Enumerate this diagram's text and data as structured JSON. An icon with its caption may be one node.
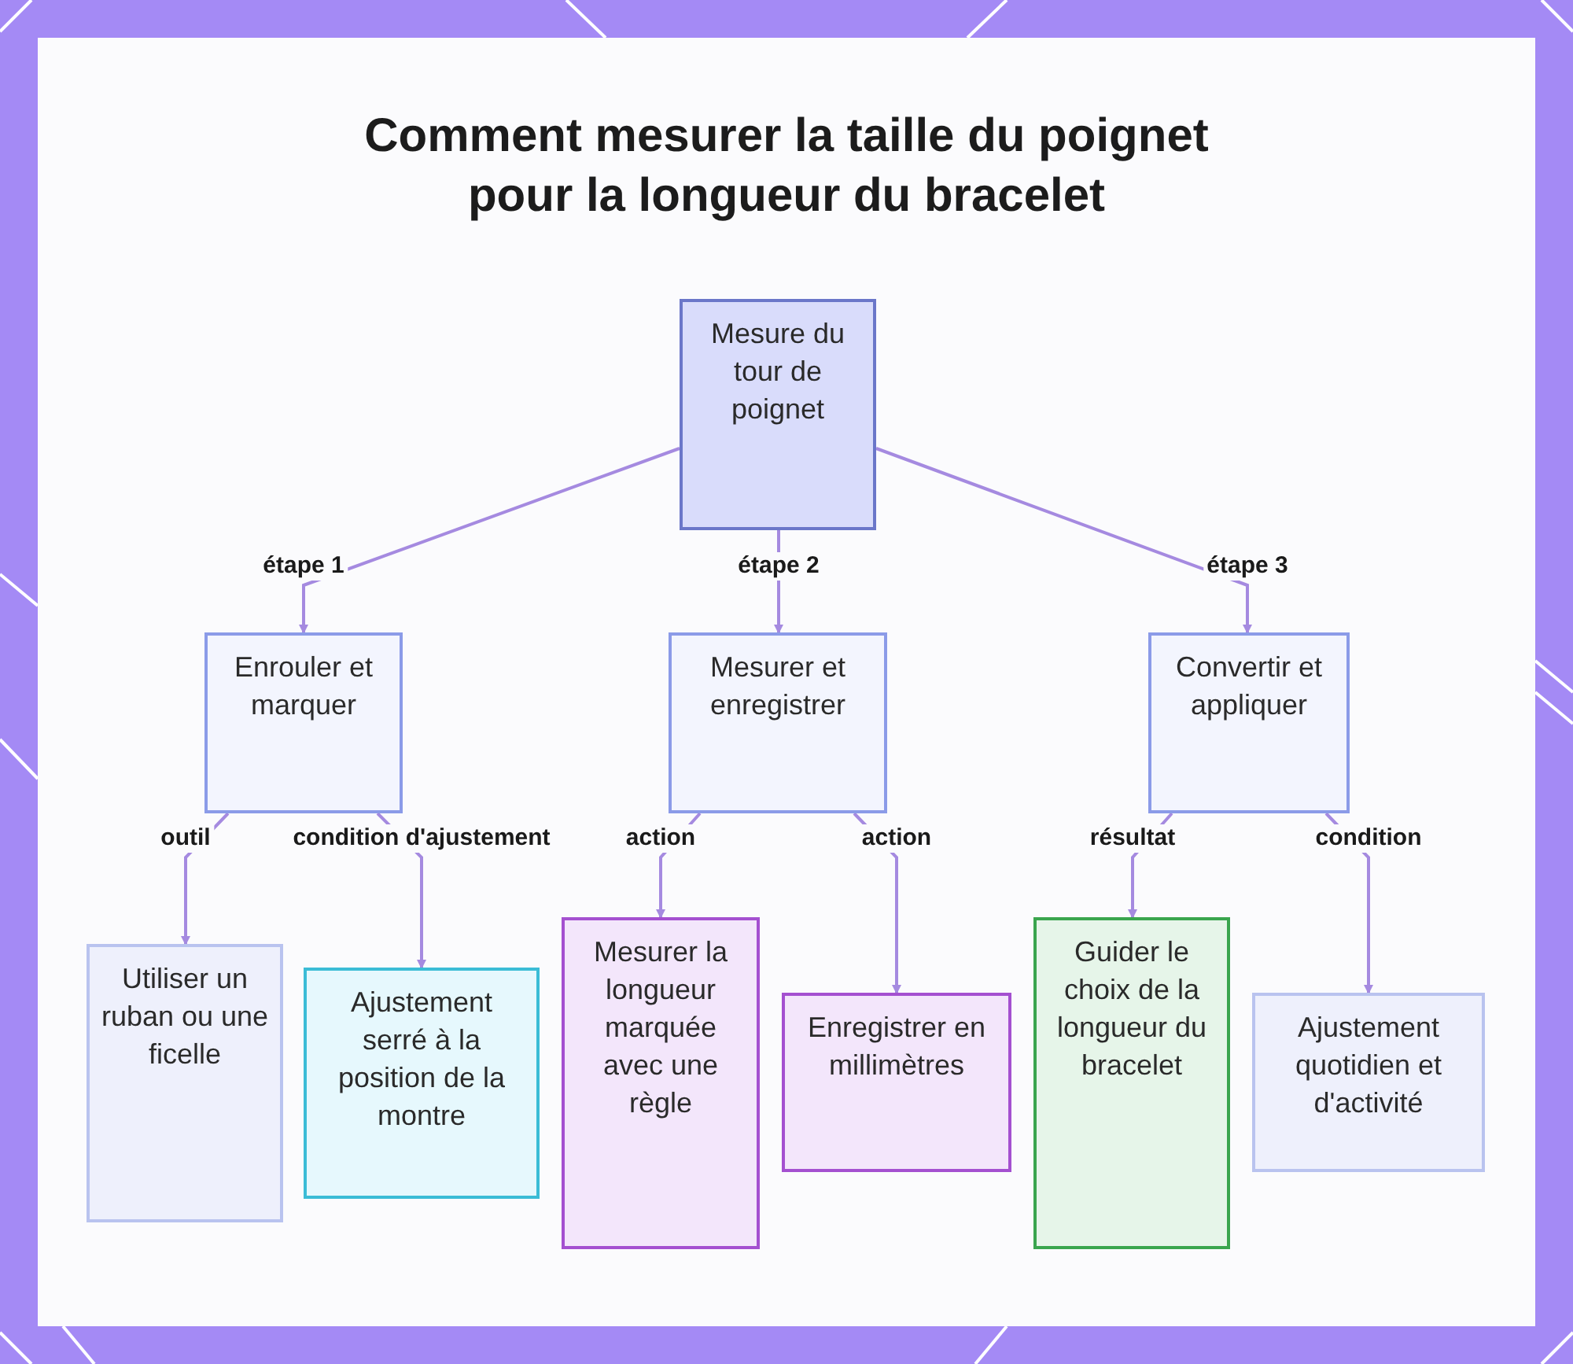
{
  "diagram": {
    "title": "Comment mesurer la taille du poignet pour la longueur du bracelet",
    "nodes": [
      {
        "text": [
          "Mesure du tour de poignet"
        ]
      },
      {
        "text": [
          "Enrouler et marquer"
        ]
      },
      {
        "text": [
          "Mesurer et enregistrer"
        ]
      },
      {
        "text": [
          "Convertir et appliquer"
        ]
      },
      {
        "text": [
          "Utiliser un ruban ou une ficelle"
        ]
      },
      {
        "text": [
          "Ajustement serré à la position de la montre"
        ]
      },
      {
        "text": [
          "Mesurer la longueur marquée avec une règle"
        ]
      },
      {
        "text": [
          "Enregistrer en millimètres"
        ]
      },
      {
        "text": [
          "Guider le choix de la longueur du bracelet"
        ]
      },
      {
        "text": [
          "Ajustement quotidien et d'activité"
        ]
      }
    ],
    "edges": [
      {
        "from": 0,
        "to": 1,
        "arrow": "to",
        "label": "étape 1"
      },
      {
        "from": 0,
        "to": 2,
        "arrow": "to",
        "label": "étape 2"
      },
      {
        "from": 0,
        "to": 3,
        "arrow": "to",
        "label": "étape 3"
      },
      {
        "from": 1,
        "to": 4,
        "arrow": "to",
        "label": "outil"
      },
      {
        "from": 1,
        "to": 5,
        "arrow": "to",
        "label": "condition d'ajustement"
      },
      {
        "from": 2,
        "to": 6,
        "arrow": "to",
        "label": "action"
      },
      {
        "from": 2,
        "to": 7,
        "arrow": "to",
        "label": "action"
      },
      {
        "from": 3,
        "to": 8,
        "arrow": "to",
        "label": "résultat"
      },
      {
        "from": 3,
        "to": 9,
        "arrow": "to",
        "label": "condition"
      }
    ]
  }
}
